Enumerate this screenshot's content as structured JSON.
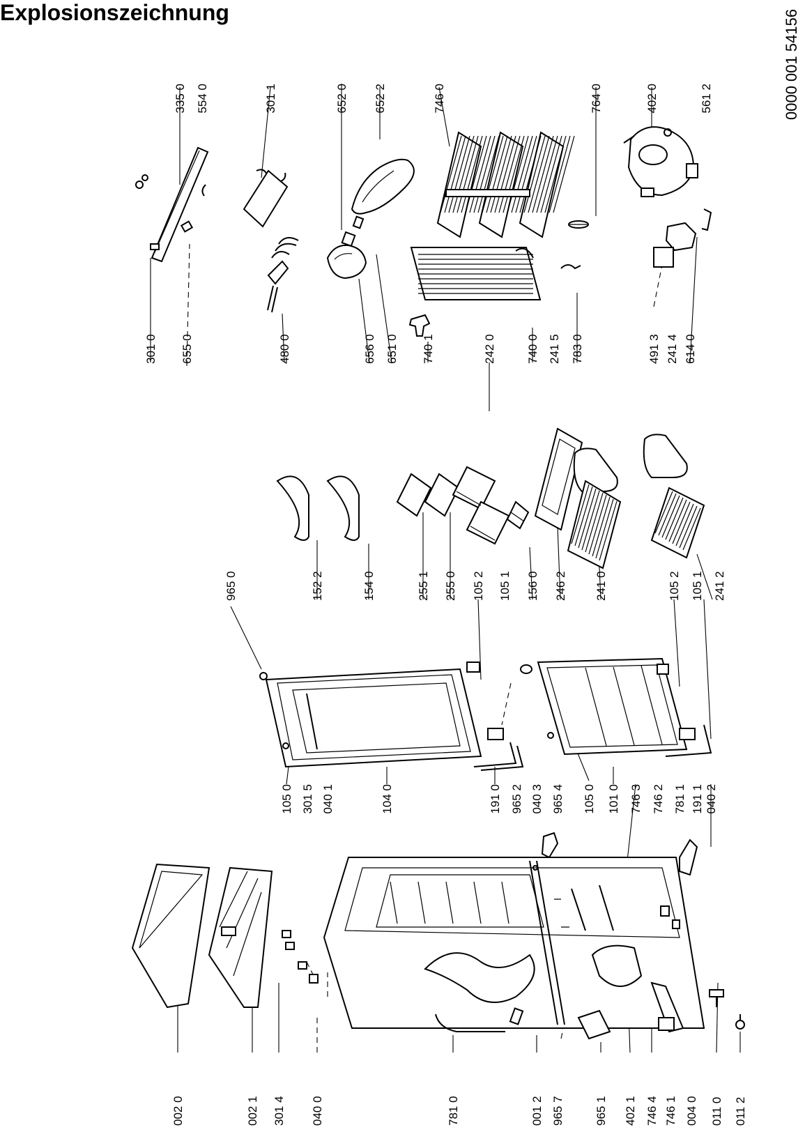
{
  "title": "Explosionszeichnung",
  "document_number": "0000 001 54156",
  "part_labels": {
    "group_1": [
      "335 0",
      "554 0",
      "301 1",
      "652 0",
      "652 2",
      "746 0",
      "764 0",
      "402 0",
      "561 2"
    ],
    "group_2": [
      "301 0",
      "655 0",
      "480 0",
      "656 0",
      "651 0",
      "740 1",
      "242 0",
      "740 0",
      "241 5",
      "783 0",
      "491 3",
      "241 4",
      "614 0"
    ],
    "group_3": [
      "965 0",
      "152 2",
      "154 0",
      "255 1",
      "255 0",
      "105 2",
      "105 1",
      "156 0",
      "246 2",
      "241 0",
      "105 2",
      "105 1",
      "241 2"
    ],
    "group_4": [
      "105 0",
      "301 5",
      "040 1",
      "104 0",
      "191 0",
      "965 2",
      "040 3",
      "965 4",
      "105 0",
      "101 0",
      "746 3",
      "746 2",
      "781 1",
      "191 1",
      "040 2"
    ],
    "group_5": [
      "002 0",
      "002 1",
      "301 4",
      "040 0",
      "781 0",
      "001 2",
      "965 7",
      "965 1",
      "402 1",
      "746 4",
      "746 1",
      "004 0",
      "011 0",
      "011 2"
    ]
  }
}
